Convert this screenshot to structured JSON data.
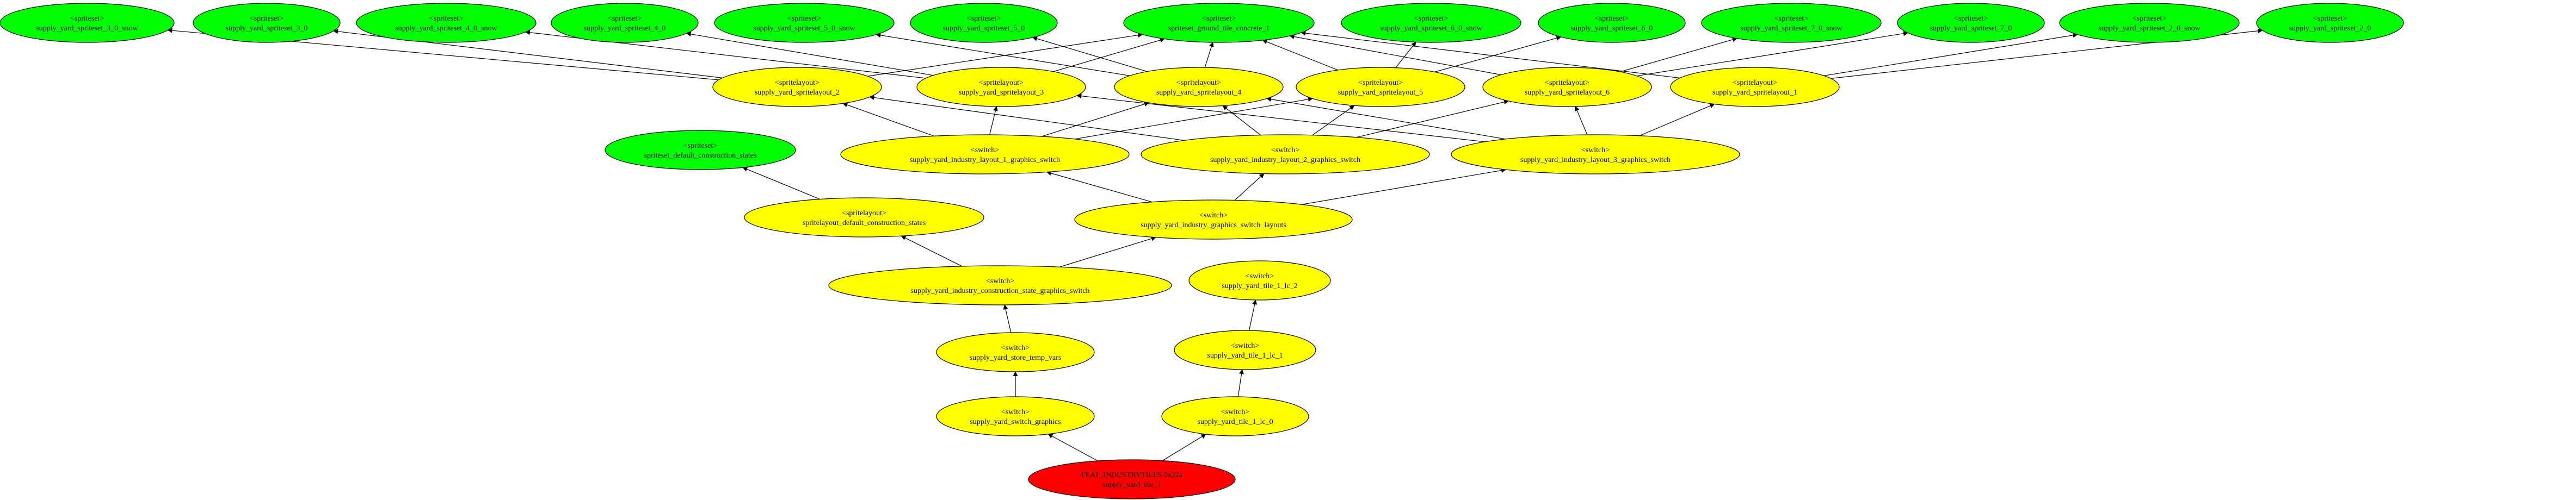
{
  "colors": {
    "spriteset": "#00ff00",
    "spritelayout": "#ffff00",
    "switch": "#ffff00",
    "root": "#ff0000",
    "stroke": "#000000",
    "background": "#ffffff"
  },
  "nodes": [
    {
      "id": "n0",
      "kind": "<spriteset>",
      "name": "supply_yard_spriteset_3_0_snow",
      "color": "spriteset"
    },
    {
      "id": "n1",
      "kind": "<spriteset>",
      "name": "supply_yard_spriteset_3_0",
      "color": "spriteset"
    },
    {
      "id": "n2",
      "kind": "<spriteset>",
      "name": "supply_yard_spriteset_4_0_snow",
      "color": "spriteset"
    },
    {
      "id": "n3",
      "kind": "<spriteset>",
      "name": "supply_yard_spriteset_4_0",
      "color": "spriteset"
    },
    {
      "id": "n4",
      "kind": "<spriteset>",
      "name": "supply_yard_spriteset_5_0_snow",
      "color": "spriteset"
    },
    {
      "id": "n5",
      "kind": "<spriteset>",
      "name": "supply_yard_spriteset_5_0",
      "color": "spriteset"
    },
    {
      "id": "n6",
      "kind": "<spriteset>",
      "name": "spriteset_ground_tile_concrete_1",
      "color": "spriteset"
    },
    {
      "id": "n7",
      "kind": "<spriteset>",
      "name": "supply_yard_spriteset_6_0_snow",
      "color": "spriteset"
    },
    {
      "id": "n8",
      "kind": "<spriteset>",
      "name": "supply_yard_spriteset_6_0",
      "color": "spriteset"
    },
    {
      "id": "n9",
      "kind": "<spriteset>",
      "name": "supply_yard_spriteset_7_0_snow",
      "color": "spriteset"
    },
    {
      "id": "n10",
      "kind": "<spriteset>",
      "name": "supply_yard_spriteset_7_0",
      "color": "spriteset"
    },
    {
      "id": "n11",
      "kind": "<spriteset>",
      "name": "supply_yard_spriteset_2_0_snow",
      "color": "spriteset"
    },
    {
      "id": "n12",
      "kind": "<spriteset>",
      "name": "supply_yard_spriteset_2_0",
      "color": "spriteset"
    },
    {
      "id": "n13",
      "kind": "<spritelayout>",
      "name": "supply_yard_spritelayout_2",
      "color": "spritelayout"
    },
    {
      "id": "n14",
      "kind": "<spritelayout>",
      "name": "supply_yard_spritelayout_3",
      "color": "spritelayout"
    },
    {
      "id": "n15",
      "kind": "<spritelayout>",
      "name": "supply_yard_spritelayout_4",
      "color": "spritelayout"
    },
    {
      "id": "n16",
      "kind": "<spritelayout>",
      "name": "supply_yard_spritelayout_5",
      "color": "spritelayout"
    },
    {
      "id": "n17",
      "kind": "<spritelayout>",
      "name": "supply_yard_spritelayout_6",
      "color": "spritelayout"
    },
    {
      "id": "n18",
      "kind": "<spritelayout>",
      "name": "supply_yard_spritelayout_1",
      "color": "spritelayout"
    },
    {
      "id": "n19",
      "kind": "<spriteset>",
      "name": "spriteset_default_construction_states",
      "color": "spriteset"
    },
    {
      "id": "n20",
      "kind": "<switch>",
      "name": "supply_yard_industry_layout_1_graphics_switch",
      "color": "switch"
    },
    {
      "id": "n21",
      "kind": "<switch>",
      "name": "supply_yard_industry_layout_2_graphics_switch",
      "color": "switch"
    },
    {
      "id": "n22",
      "kind": "<switch>",
      "name": "supply_yard_industry_layout_3_graphics_switch",
      "color": "switch"
    },
    {
      "id": "n23",
      "kind": "<spritelayout>",
      "name": "spritelayout_default_construction_states",
      "color": "spritelayout"
    },
    {
      "id": "n24",
      "kind": "<switch>",
      "name": "supply_yard_industry_graphics_switch_layouts",
      "color": "switch"
    },
    {
      "id": "n25",
      "kind": "<switch>",
      "name": "supply_yard_tile_1_lc_2",
      "color": "switch"
    },
    {
      "id": "n26",
      "kind": "<switch>",
      "name": "supply_yard_industry_construction_state_graphics_switch",
      "color": "switch"
    },
    {
      "id": "n27",
      "kind": "<switch>",
      "name": "supply_yard_tile_1_lc_1",
      "color": "switch"
    },
    {
      "id": "n28",
      "kind": "<switch>",
      "name": "supply_yard_store_temp_vars",
      "color": "switch"
    },
    {
      "id": "n29",
      "kind": "<switch>",
      "name": "supply_yard_tile_1_lc_0",
      "color": "switch"
    },
    {
      "id": "n30",
      "kind": "<switch>",
      "name": "supply_yard_switch_graphics",
      "color": "switch"
    },
    {
      "id": "n31",
      "kind": "FEAT_INDUSTRYTILES 0x22a",
      "name": "supply_yard_tile_1",
      "color": "root"
    }
  ],
  "edges": [
    [
      "n13",
      "n0"
    ],
    [
      "n13",
      "n1"
    ],
    [
      "n13",
      "n6"
    ],
    [
      "n14",
      "n2"
    ],
    [
      "n14",
      "n3"
    ],
    [
      "n14",
      "n6"
    ],
    [
      "n15",
      "n4"
    ],
    [
      "n15",
      "n5"
    ],
    [
      "n15",
      "n6"
    ],
    [
      "n16",
      "n6"
    ],
    [
      "n16",
      "n7"
    ],
    [
      "n16",
      "n8"
    ],
    [
      "n17",
      "n6"
    ],
    [
      "n17",
      "n9"
    ],
    [
      "n17",
      "n10"
    ],
    [
      "n18",
      "n6"
    ],
    [
      "n18",
      "n11"
    ],
    [
      "n18",
      "n12"
    ],
    [
      "n20",
      "n13"
    ],
    [
      "n20",
      "n14"
    ],
    [
      "n20",
      "n15"
    ],
    [
      "n20",
      "n16"
    ],
    [
      "n21",
      "n13"
    ],
    [
      "n21",
      "n15"
    ],
    [
      "n21",
      "n16"
    ],
    [
      "n21",
      "n17"
    ],
    [
      "n22",
      "n14"
    ],
    [
      "n22",
      "n15"
    ],
    [
      "n22",
      "n17"
    ],
    [
      "n22",
      "n18"
    ],
    [
      "n23",
      "n19"
    ],
    [
      "n24",
      "n20"
    ],
    [
      "n24",
      "n21"
    ],
    [
      "n24",
      "n22"
    ],
    [
      "n26",
      "n23"
    ],
    [
      "n26",
      "n24"
    ],
    [
      "n28",
      "n26"
    ],
    [
      "n30",
      "n28"
    ],
    [
      "n27",
      "n25"
    ],
    [
      "n29",
      "n27"
    ],
    [
      "n31",
      "n30"
    ],
    [
      "n31",
      "n29"
    ]
  ]
}
